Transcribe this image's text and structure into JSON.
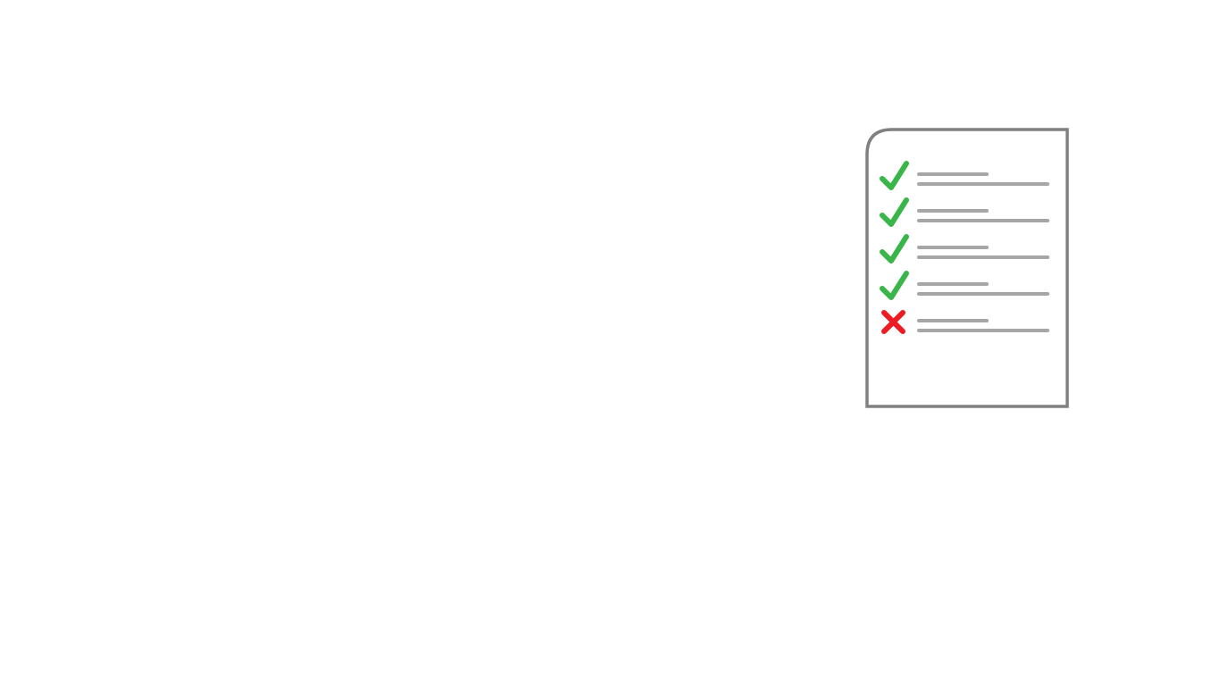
{
  "illustration": {
    "icon": "checklist-document-icon",
    "items": [
      {
        "status": "checked",
        "icon": "checkmark-icon"
      },
      {
        "status": "checked",
        "icon": "checkmark-icon"
      },
      {
        "status": "checked",
        "icon": "checkmark-icon"
      },
      {
        "status": "checked",
        "icon": "checkmark-icon"
      },
      {
        "status": "failed",
        "icon": "cross-icon"
      }
    ]
  },
  "colors": {
    "background": "#ffffff",
    "document_border": "#808080",
    "document_fill": "#ffffff",
    "placeholder_line": "#a6a6a6",
    "check": "#3ab54a",
    "cross": "#ed1c24"
  }
}
